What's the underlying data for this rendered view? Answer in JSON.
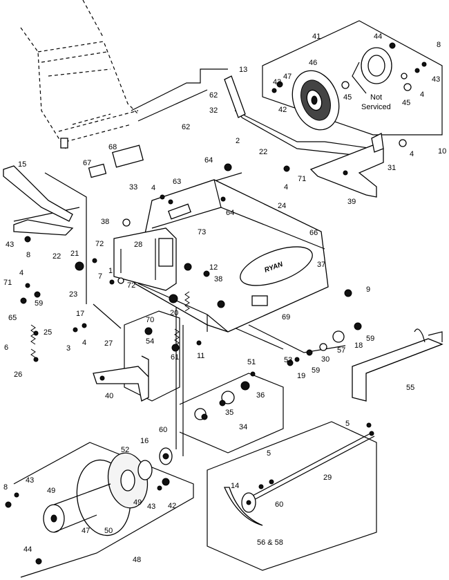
{
  "labels": [
    {
      "t": "41"
    },
    {
      "t": "44"
    },
    {
      "t": "8"
    },
    {
      "t": "13"
    },
    {
      "t": "46"
    },
    {
      "t": "47"
    },
    {
      "t": "43"
    },
    {
      "t": "43"
    },
    {
      "t": "45"
    },
    {
      "t": "4"
    },
    {
      "t": "62"
    },
    {
      "t": "32"
    },
    {
      "t": "42"
    },
    {
      "t": "Not"
    },
    {
      "t": "Serviced"
    },
    {
      "t": "45"
    },
    {
      "t": "62"
    },
    {
      "t": "10"
    },
    {
      "t": "2"
    },
    {
      "t": "4"
    },
    {
      "t": "68"
    },
    {
      "t": "64"
    },
    {
      "t": "22"
    },
    {
      "t": "31"
    },
    {
      "t": "15"
    },
    {
      "t": "67"
    },
    {
      "t": "4"
    },
    {
      "t": "71"
    },
    {
      "t": "33"
    },
    {
      "t": "4"
    },
    {
      "t": "63"
    },
    {
      "t": "39"
    },
    {
      "t": "24"
    },
    {
      "t": "64"
    },
    {
      "t": "38"
    },
    {
      "t": "73"
    },
    {
      "t": "66"
    },
    {
      "t": "43"
    },
    {
      "t": "8"
    },
    {
      "t": "72"
    },
    {
      "t": "28"
    },
    {
      "t": "22"
    },
    {
      "t": "21"
    },
    {
      "t": "37"
    },
    {
      "t": "12"
    },
    {
      "t": "4"
    },
    {
      "t": "38"
    },
    {
      "t": "1"
    },
    {
      "t": "71"
    },
    {
      "t": "7"
    },
    {
      "t": "72"
    },
    {
      "t": "9"
    },
    {
      "t": "59"
    },
    {
      "t": "23"
    },
    {
      "t": "65"
    },
    {
      "t": "69"
    },
    {
      "t": "17"
    },
    {
      "t": "70"
    },
    {
      "t": "20"
    },
    {
      "t": "25"
    },
    {
      "t": "4"
    },
    {
      "t": "27"
    },
    {
      "t": "6"
    },
    {
      "t": "3"
    },
    {
      "t": "54"
    },
    {
      "t": "59"
    },
    {
      "t": "18"
    },
    {
      "t": "57"
    },
    {
      "t": "11"
    },
    {
      "t": "61"
    },
    {
      "t": "51"
    },
    {
      "t": "53"
    },
    {
      "t": "30"
    },
    {
      "t": "26"
    },
    {
      "t": "19"
    },
    {
      "t": "59"
    },
    {
      "t": "55"
    },
    {
      "t": "40"
    },
    {
      "t": "36"
    },
    {
      "t": "35"
    },
    {
      "t": "34"
    },
    {
      "t": "5"
    },
    {
      "t": "60"
    },
    {
      "t": "16"
    },
    {
      "t": "52"
    },
    {
      "t": "5"
    },
    {
      "t": "29"
    },
    {
      "t": "8"
    },
    {
      "t": "43"
    },
    {
      "t": "49"
    },
    {
      "t": "14"
    },
    {
      "t": "60"
    },
    {
      "t": "49"
    },
    {
      "t": "43"
    },
    {
      "t": "42"
    },
    {
      "t": "47"
    },
    {
      "t": "50"
    },
    {
      "t": "44"
    },
    {
      "t": "56 & 58"
    },
    {
      "t": "48"
    }
  ]
}
